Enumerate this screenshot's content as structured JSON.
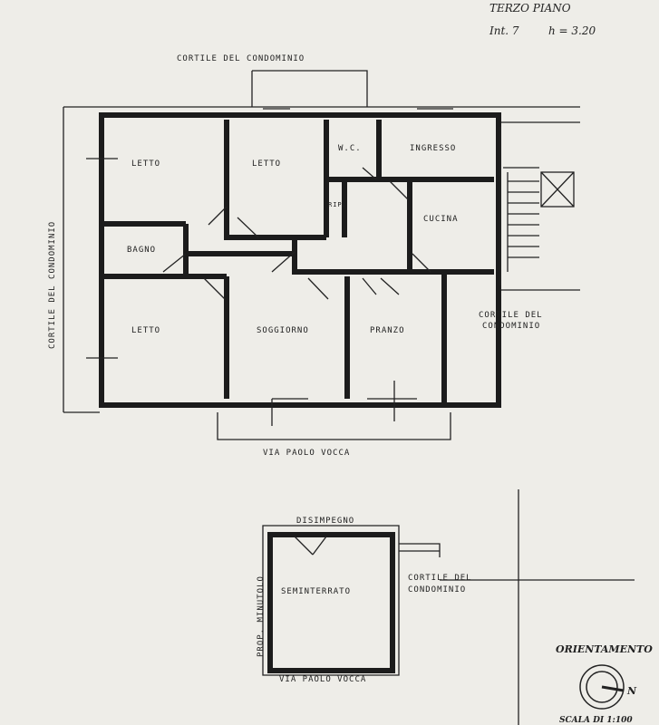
{
  "header": {
    "title": "TERZO PIANO",
    "interno": "Int. 7",
    "height": "h = 3.20"
  },
  "plan_top": {
    "courtyard_top": "CORTILE DEL CONDOMINIO",
    "courtyard_left": "CORTILE DEL CONDOMINIO",
    "courtyard_right_1": "CORTILE DEL",
    "courtyard_right_2": "CONDOMINIO",
    "street": "VIA PAOLO VOCCA",
    "rooms": {
      "letto_1": "LETTO",
      "letto_2": "LETTO",
      "wc": "W.C.",
      "ingresso": "INGRESSO",
      "rip": "RIP.",
      "bagno": "BAGNO",
      "cucina": "CUCINA",
      "letto_3": "LETTO",
      "soggiorno": "SOGGIORNO",
      "pranzo": "PRANZO"
    }
  },
  "plan_basement": {
    "disimpegno": "DISIMPEGNO",
    "seminterrato": "SEMINTERRATO",
    "prop": "PROP. MINUTOLO",
    "courtyard_1": "CORTILE DEL",
    "courtyard_2": "CONDOMINIO",
    "street": "VIA PAOLO VOCCA"
  },
  "legend": {
    "orientation": "ORIENTAMENTO",
    "north": "N",
    "scale": "SCALA DI 1:100"
  }
}
